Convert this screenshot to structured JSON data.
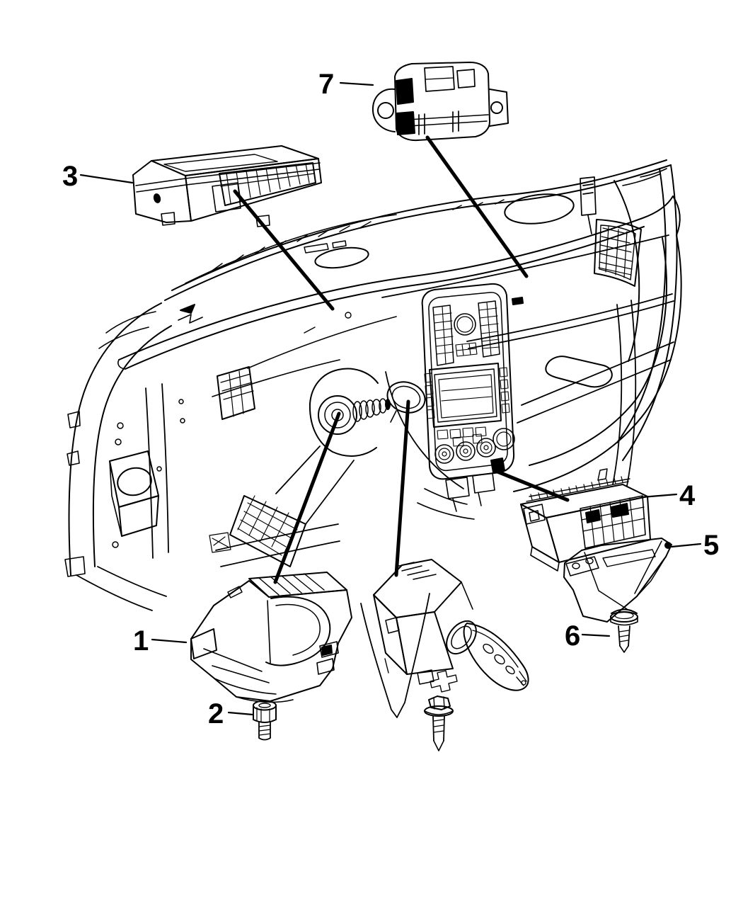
{
  "figure": {
    "kind": "exploded-parts-line-diagram",
    "subject": "instrument-panel-modules",
    "background_color": "#ffffff",
    "line_color": "#000000"
  },
  "callouts": [
    {
      "label": "1"
    },
    {
      "label": "2"
    },
    {
      "label": "3"
    },
    {
      "label": "4"
    },
    {
      "label": "5"
    },
    {
      "label": "6"
    },
    {
      "label": "7"
    }
  ]
}
